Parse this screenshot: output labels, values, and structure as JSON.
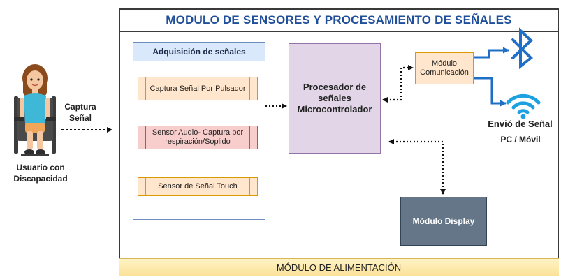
{
  "title": "MODULO DE SENSORES Y PROCESAMIENTO DE SEÑALES",
  "user_label": "Usuario con Discapacidad",
  "capture_label": "Captura Señal",
  "acquisition": {
    "header": "Adquisición de señales",
    "items": [
      "Captura Señal  Por Pulsador",
      "Sensor Audio- Captura por respiración/Soplido",
      "Sensor de Señal Touch"
    ]
  },
  "processor": "Procesador de señales Microcontrolador",
  "communication": "Módulo Comunicación",
  "display": "Módulo Display",
  "output": {
    "envio": "Envió de Señal",
    "pc": "PC / Móvil"
  },
  "power": "MÓDULO DE ALIMENTACIÓN",
  "colors": {
    "title_blue": "#1f4e9a",
    "header_blue": "#dae8fc",
    "orange_fill": "#ffe6cc",
    "red_fill": "#f8cecc",
    "purple_fill": "#e1d5e7",
    "gray_fill": "#647687",
    "power_yellow": "#fbe29a",
    "arrow_blue": "#1f6fc7"
  },
  "icons": [
    "person-wheelchair-icon",
    "bluetooth-icon",
    "wifi-icon"
  ]
}
